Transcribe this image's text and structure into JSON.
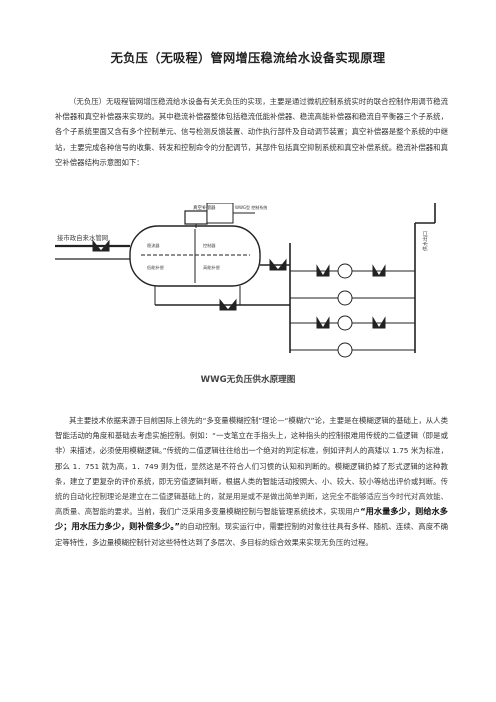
{
  "document": {
    "title": "无负压（无吸程）管网增压稳流给水设备实现原理",
    "intro_paragraph": "（无负压）无吸程管网增压稳流给水设备有关无负压的实现，主要是通过微机控制系统实时的联合控制作用调节稳流补偿器和真空补偿器来实现的。其中稳流补偿器整体包括稳流低能补偿器、稳流高能补偿器和稳流自平衡器三个子系统，各个子系统里面又含有多个控制单元、信号检测反馈装置、动作执行部件及自动调节装置；真空补偿器是整个系统的中继站，主要完成各种信号的收集、转发和控制命令的分配调节，其部件包括真空抑制系统和真空补偿系统。稳流补偿器和真空补偿器结构示意图如下：",
    "figure_caption": "WWG无负压供水原理图",
    "body_part1": "其主要技术依据来源于目前国际上领先的“多变量模糊控制”理论—“模糊穴”论，主要是在模糊逻辑的基础上，从人类智能活动的角度和基础去考虑实施控制。例如：“一支笔立在手指头上，这种指头的控制很难用传统的二值逻辑（即是或非）来描述，必须使用模糊逻辑。”传统的二值逻辑往往给出一个绝对的判定标准，例如评判人的高矮以 1.75 米为标准，那么 1．751 就为高，1．749 则为低，显然这是不符合人们习惯的认知和判断的。模糊逻辑扔掉了形式逻辑的这种教条，建立了更复杂的评价系统，即无穷值逻辑判断，根据人类的智能活动按照大、小、较大、较小等给出评价或判断。",
    "body_part2_serif": "传统的自动化控制理论是建立在二值逻辑基础上的，就是用是或不是做出简单判断，这完全不能够适应当今时代对高效能、高质量、高智能的要求。",
    "body_part3": "当前，我们广泛采用多变量模糊控制与智能管理系统技术，实现用户",
    "body_emphasis": "“用水量多少，则给水多少；用水压力多少，则补偿多少。”",
    "body_part4": "的自动控制。现实运行中，需要控制的对象往往具有多样、随机、连续、高度不确定等特性，多边量模糊控制针对这些特性达到了多层次、多目标的综合效果来实现无负压的过程。"
  },
  "diagram": {
    "top_box_label": "真空补偿器",
    "top_right_label": "WWG型\n控制系统",
    "inlet_label": "接市政自来水管网",
    "outlet_label": "供水出口",
    "tank_upper_left": "稳流器",
    "tank_upper_right": "控制器",
    "tank_lower_left": "低能补偿",
    "tank_lower_right": "高能补偿"
  }
}
